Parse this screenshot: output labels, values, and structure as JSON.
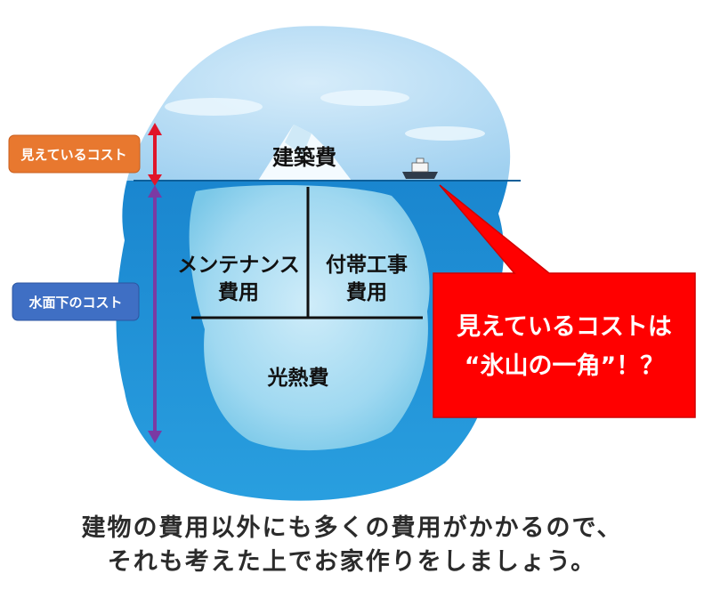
{
  "labels": {
    "visible_cost": "見えているコスト",
    "underwater_cost": "水面下のコスト"
  },
  "iceberg": {
    "above": "建築費",
    "maintenance_1": "メンテナンス",
    "maintenance_2": "費用",
    "ancillary_1": "付帯工事",
    "ancillary_2": "費用",
    "utilities": "光熱費"
  },
  "callout": {
    "line1": "見えているコストは",
    "line2": "“氷山の一角”！？"
  },
  "caption": {
    "line1": "建物の費用以外にも多くの費用がかかるので、",
    "line2": "それも考えた上でお家作りをしましょう。"
  },
  "colors": {
    "orange_tag": "#e8782f",
    "blue_tag": "#3f6fc4",
    "callout_red": "#ff0000",
    "arrow_red": "#e0152a",
    "arrow_purple": "#7b3aa3",
    "sea": "#1e90d6",
    "sky": "#a9d6f2"
  }
}
